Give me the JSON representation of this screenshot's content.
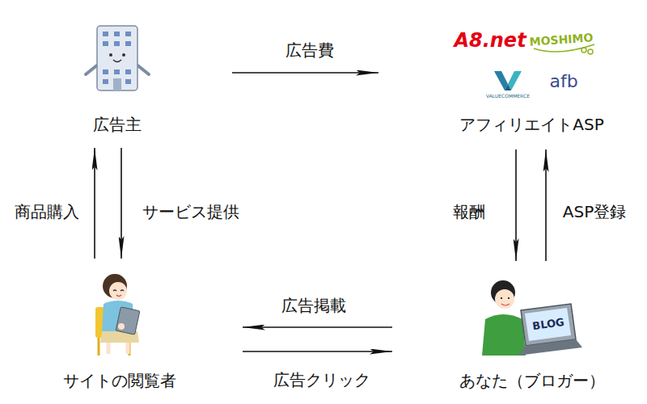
{
  "diagram": {
    "nodes": [
      {
        "text": [
          "広告主"
        ]
      },
      {
        "text": [
          "アフィリエイトASP"
        ]
      },
      {
        "text": [
          "サイトの閲覧者"
        ]
      },
      {
        "text": [
          "あなた（ブロガー）"
        ]
      }
    ],
    "edges": [
      {
        "from": 0,
        "to": 1,
        "arrow": "to",
        "label": "広告費"
      },
      {
        "from": 1,
        "to": 3,
        "arrow": "to",
        "label": "報酬"
      },
      {
        "from": 3,
        "to": 1,
        "arrow": "to",
        "label": "ASP登録"
      },
      {
        "from": 3,
        "to": 2,
        "arrow": "to",
        "label": "広告掲載"
      },
      {
        "from": 2,
        "to": 3,
        "arrow": "to",
        "label": "広告クリック"
      },
      {
        "from": 2,
        "to": 0,
        "arrow": "to",
        "label": "商品購入"
      },
      {
        "from": 0,
        "to": 2,
        "arrow": "to",
        "label": "サービス提供"
      }
    ],
    "labels": [
      "A8.net",
      "MOSHIMO",
      "VALUECOMMERCE",
      "afb",
      "BLOG"
    ]
  }
}
